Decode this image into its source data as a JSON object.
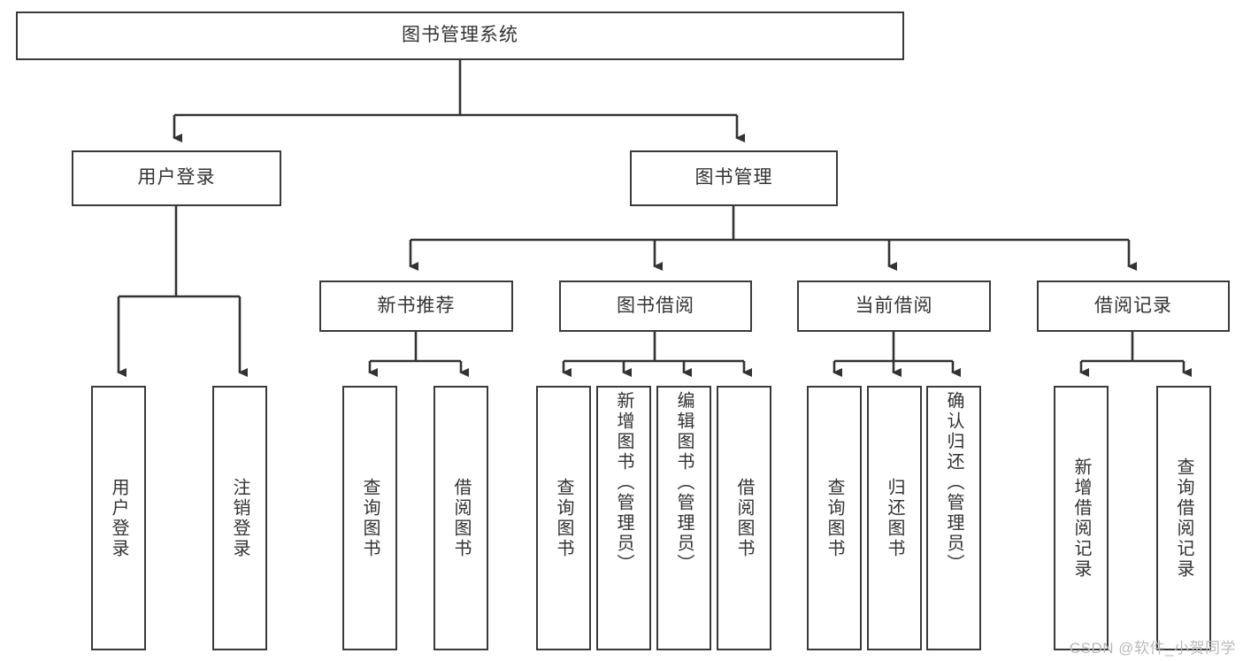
{
  "diagram": {
    "title": "图书管理系统",
    "type": "hierarchy-tree",
    "watermark": "CSDN @软件_小贺同学",
    "colors": {
      "box_border": "#3a3a3a",
      "box_fill": "#ffffff",
      "edge": "#333333",
      "text": "#333333",
      "watermark": "#b9b9b9",
      "background": "#ffffff"
    },
    "levels": [
      {
        "level": 1,
        "nodes": [
          {
            "id": "root",
            "label": "图书管理系统",
            "orientation": "horizontal"
          }
        ]
      },
      {
        "level": 2,
        "nodes": [
          {
            "id": "login",
            "label": "用户登录",
            "orientation": "horizontal",
            "parent": "root"
          },
          {
            "id": "bookmgmt",
            "label": "图书管理",
            "orientation": "horizontal",
            "parent": "root"
          }
        ]
      },
      {
        "level": 3,
        "nodes": [
          {
            "id": "newbook",
            "label": "新书推荐",
            "orientation": "horizontal",
            "parent": "bookmgmt"
          },
          {
            "id": "borrow",
            "label": "图书借阅",
            "orientation": "horizontal",
            "parent": "bookmgmt"
          },
          {
            "id": "current",
            "label": "当前借阅",
            "orientation": "horizontal",
            "parent": "bookmgmt"
          },
          {
            "id": "records",
            "label": "借阅记录",
            "orientation": "horizontal",
            "parent": "bookmgmt"
          }
        ]
      },
      {
        "level": 4,
        "nodes": [
          {
            "id": "leaf1",
            "label": "用户登录",
            "orientation": "vertical",
            "parent": "login"
          },
          {
            "id": "leaf2",
            "label": "注销登录",
            "orientation": "vertical",
            "parent": "login"
          },
          {
            "id": "leaf3",
            "label": "查询图书",
            "orientation": "vertical",
            "parent": "newbook"
          },
          {
            "id": "leaf4",
            "label": "借阅图书",
            "orientation": "vertical",
            "parent": "newbook"
          },
          {
            "id": "leaf5",
            "label": "查询图书",
            "orientation": "vertical",
            "parent": "borrow"
          },
          {
            "id": "leaf6",
            "label": "新增图书（管理员）",
            "orientation": "vertical",
            "parent": "borrow"
          },
          {
            "id": "leaf7",
            "label": "编辑图书（管理员）",
            "orientation": "vertical",
            "parent": "borrow"
          },
          {
            "id": "leaf8",
            "label": "借阅图书",
            "orientation": "vertical",
            "parent": "borrow"
          },
          {
            "id": "leaf9",
            "label": "查询图书",
            "orientation": "vertical",
            "parent": "current"
          },
          {
            "id": "leaf10",
            "label": "归还图书",
            "orientation": "vertical",
            "parent": "current"
          },
          {
            "id": "leaf11",
            "label": "确认归还（管理员）",
            "orientation": "vertical",
            "parent": "current"
          },
          {
            "id": "leaf12",
            "label": "新增借阅记录",
            "orientation": "vertical",
            "parent": "records"
          },
          {
            "id": "leaf13",
            "label": "查询借阅记录",
            "orientation": "vertical",
            "parent": "records"
          }
        ]
      }
    ]
  }
}
